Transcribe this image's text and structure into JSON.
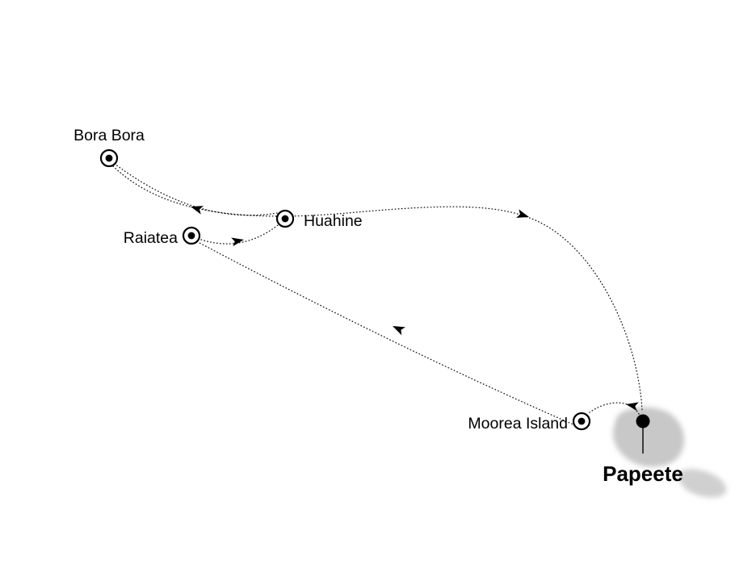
{
  "map": {
    "kind": "cruise-itinerary-route-map",
    "ports": [
      {
        "name": "Bora Bora"
      },
      {
        "name": "Huahine"
      },
      {
        "name": "Raiatea"
      },
      {
        "name": "Moorea Island"
      },
      {
        "name": "Papeete"
      }
    ],
    "route": {
      "line_style": "dotted",
      "stops_in_order": [
        "Papeete",
        "Moorea Island",
        "Raiatea",
        "Huahine",
        "Bora Bora",
        "Papeete"
      ],
      "legs": [
        {
          "from": "Papeete",
          "to": "Moorea Island"
        },
        {
          "from": "Moorea Island",
          "to": "Raiatea"
        },
        {
          "from": "Raiatea",
          "to": "Huahine"
        },
        {
          "from": "Huahine",
          "to": "Bora Bora"
        },
        {
          "from": "Bora Bora",
          "to": "Papeete"
        }
      ]
    },
    "colors": {
      "background": "#ffffff",
      "route_line": "#141414",
      "marker": "#000000",
      "landmass": "#c8c8c8",
      "label_text": "#000000"
    }
  }
}
